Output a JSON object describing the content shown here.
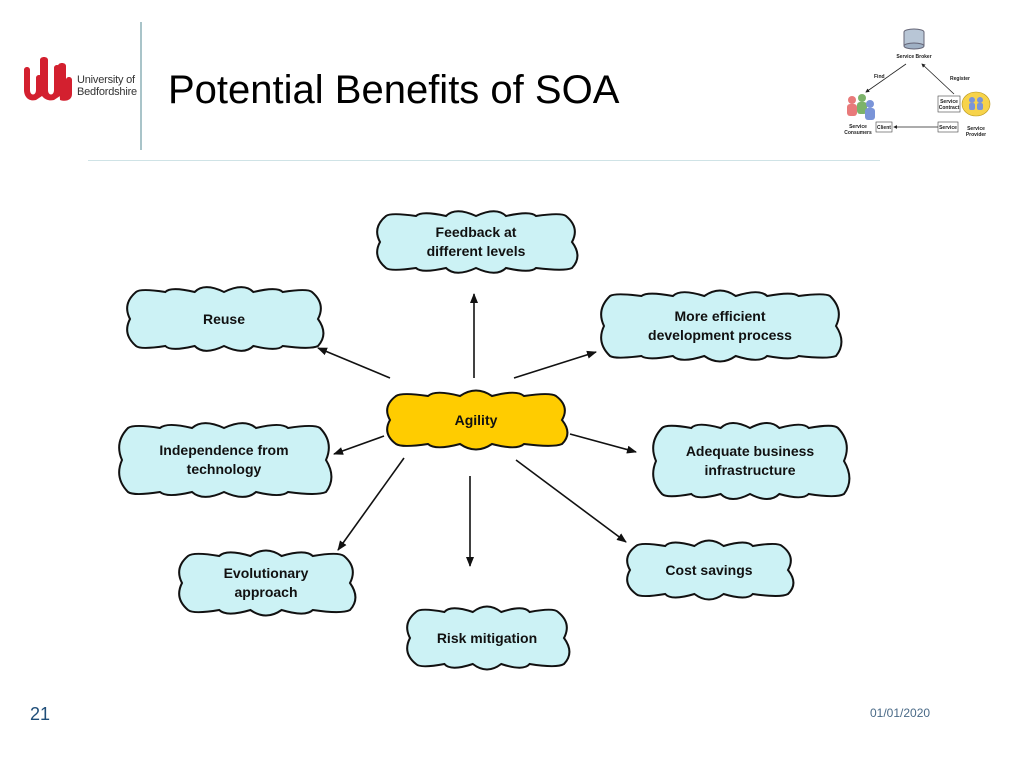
{
  "logo": {
    "line1": "University of",
    "line2": "Bedfordshire"
  },
  "title": "Potential Benefits of SOA",
  "soa_thumbnail": {
    "broker": "Service Broker",
    "find": "Find",
    "register": "Register",
    "consumers_line1": "Service",
    "consumers_line2": "Consumers",
    "client": "Client",
    "service": "Service",
    "contract_line1": "Service",
    "contract_line2": "Contract",
    "provider_line1": "Service",
    "provider_line2": "Provider"
  },
  "diagram": {
    "center": {
      "label": "Agility",
      "color": "#ffcc00"
    },
    "bubble_color": "#ccf2f5",
    "nodes": {
      "feedback": "Feedback at\ndifferent levels",
      "reuse": "Reuse",
      "efficient": "More efficient\ndevelopment process",
      "independence": "Independence from\ntechnology",
      "business": "Adequate business\ninfrastructure",
      "evolutionary": "Evolutionary\napproach",
      "cost": "Cost savings",
      "risk": "Risk mitigation"
    }
  },
  "footer": {
    "page_number": "21",
    "date": "01/01/2020"
  }
}
